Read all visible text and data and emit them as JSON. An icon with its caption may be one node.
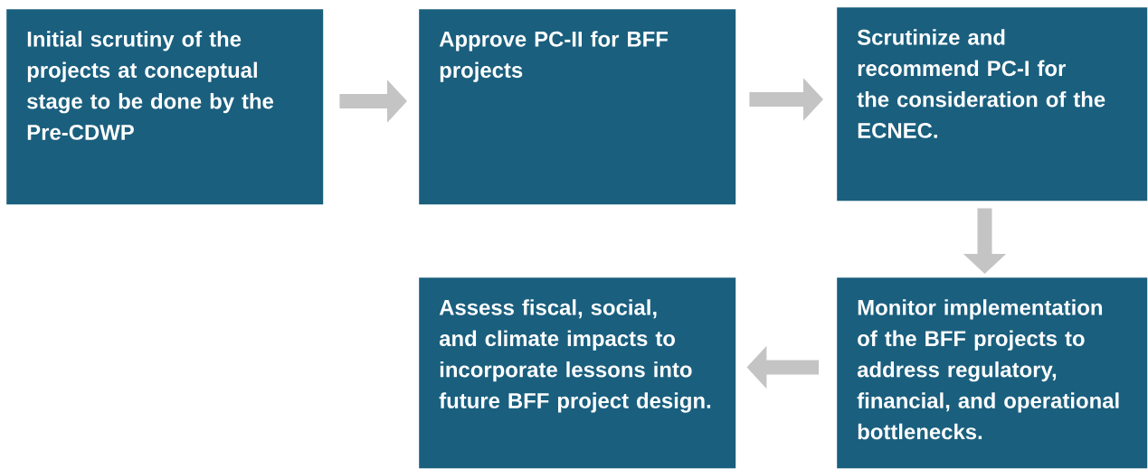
{
  "diagram": {
    "nodes": [
      {
        "text": [
          "Initial scrutiny of the projects at conceptual stage to be done by the Pre-CDWP"
        ]
      },
      {
        "text": [
          "Approve PC-II for BFF projects"
        ]
      },
      {
        "text": [
          "Scrutinize and recommend PC-I for the consideration of the ECNEC."
        ]
      },
      {
        "text": [
          "Assess fiscal, social, and climate impacts to incorporate lessons into future BFF project design."
        ]
      },
      {
        "text": [
          "Monitor implementation of the BFF projects to address regulatory, financial, and operational bottlenecks."
        ]
      }
    ],
    "edges": [
      {
        "from": 0,
        "to": 1,
        "arrow": "to"
      },
      {
        "from": 1,
        "to": 2,
        "arrow": "to"
      },
      {
        "from": 2,
        "to": 4,
        "arrow": "to"
      },
      {
        "from": 4,
        "to": 3,
        "arrow": "to"
      }
    ]
  }
}
